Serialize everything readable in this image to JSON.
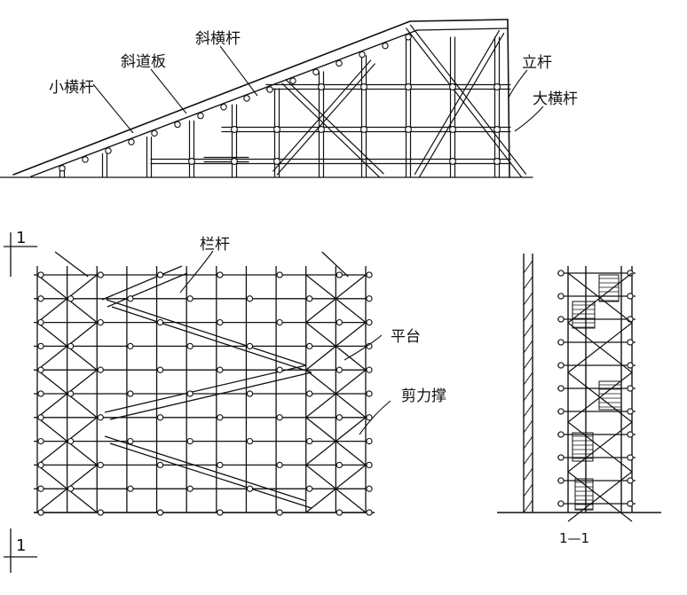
{
  "top_view": {
    "labels": {
      "small_ledger": "小横杆",
      "ramp_board": "斜道板",
      "inclined_ledger": "斜横杆",
      "standard": "立杆",
      "main_ledger": "大横杆"
    }
  },
  "elevation": {
    "section_mark": "1",
    "labels": {
      "railing": "栏杆",
      "platform": "平台",
      "cross_brace": "剪力撑"
    }
  },
  "section": {
    "caption": "1—1"
  }
}
